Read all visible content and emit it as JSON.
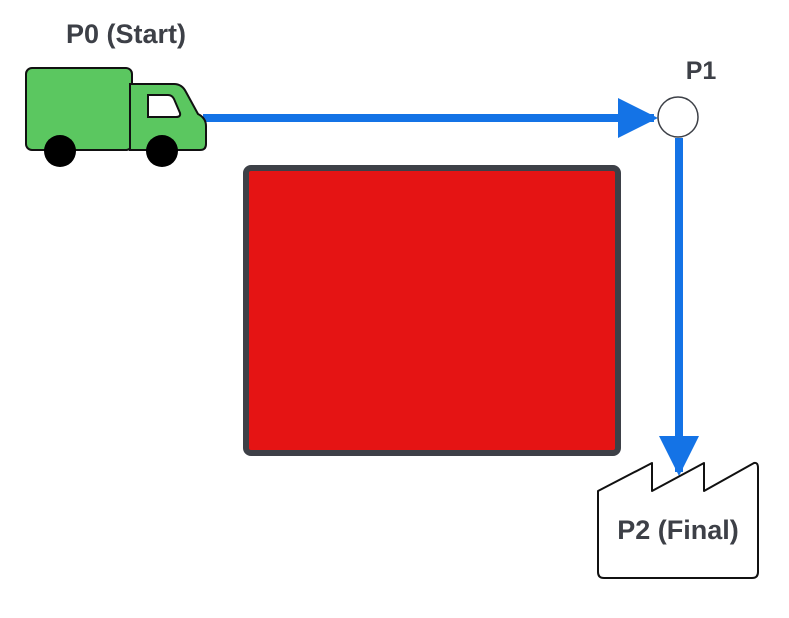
{
  "labels": {
    "start": "P0 (Start)",
    "waypoint": "P1",
    "final": "P2 (Final)"
  },
  "icons": {
    "start": "truck-icon",
    "waypoint": "circle-node",
    "final": "factory-icon"
  },
  "colors": {
    "path": "#1473e6",
    "truck_fill": "#5bc760",
    "obstacle_fill": "#e51414",
    "obstacle_border": "#3d4047",
    "label_text": "#3d4047",
    "outline": "#111111"
  }
}
